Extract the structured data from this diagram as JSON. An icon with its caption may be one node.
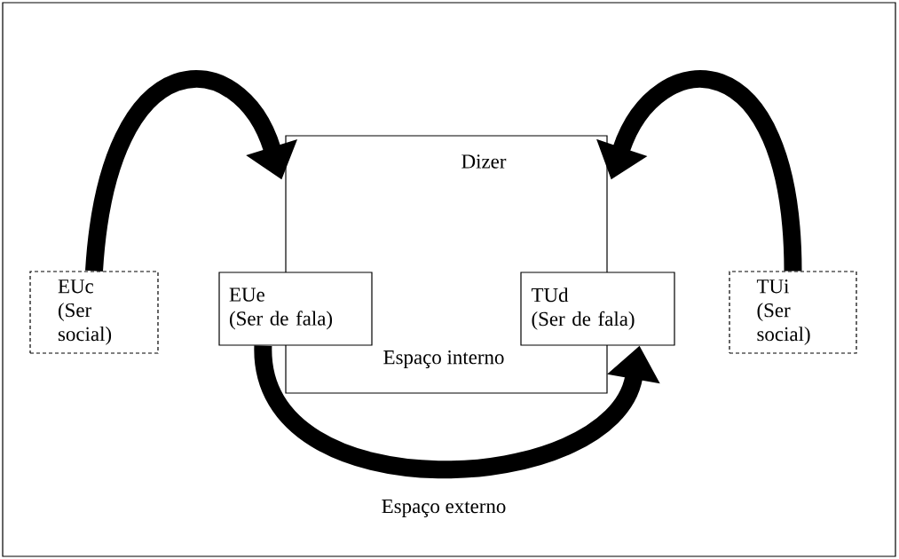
{
  "diagram": {
    "nodes": [
      {
        "text": [
          "Espaço externo"
        ]
      },
      {
        "text": [
          "Dizer",
          "Espaço interno"
        ],
        "in": 0
      },
      {
        "text": [
          "EUe",
          "(Ser de fala)"
        ],
        "in": 0
      },
      {
        "text": [
          "TUd",
          "(Ser de fala)"
        ],
        "in": 0
      },
      {
        "text": [
          "EUc",
          "(Ser social)"
        ],
        "in": 0
      },
      {
        "text": [
          "TUi",
          "(Ser social)"
        ],
        "in": 0
      }
    ],
    "edges": [
      {
        "from": 4,
        "to": 1,
        "arrow": "to"
      },
      {
        "from": 5,
        "to": 1,
        "arrow": "to"
      },
      {
        "from": 2,
        "to": 3,
        "arrow": "to"
      }
    ]
  }
}
